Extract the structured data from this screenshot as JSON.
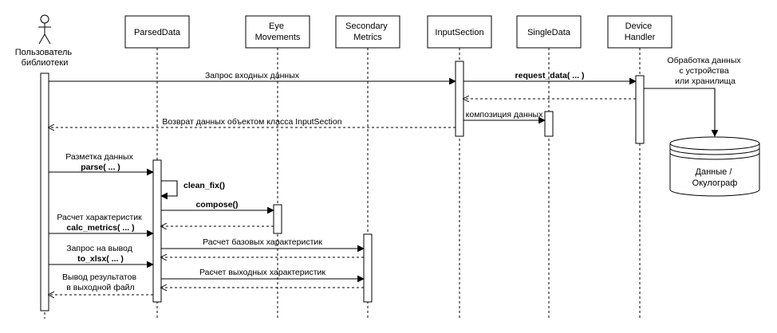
{
  "participants": {
    "user": [
      "Пользователь",
      "библиотеки"
    ],
    "parsed": [
      "ParsedData"
    ],
    "eye": [
      "Eye",
      "Movements"
    ],
    "secondary": [
      "Secondary",
      "Metrics"
    ],
    "input": [
      "InputSection"
    ],
    "single": [
      "SingleData"
    ],
    "device": [
      "Device",
      "Handler"
    ]
  },
  "messages": {
    "m1": [
      "Запрос входных данных"
    ],
    "m2": [
      "request_data( ... )"
    ],
    "m3": [
      "Возврат данных объектом класса InputSection"
    ],
    "m4": [
      "композиция данных"
    ],
    "m5": [
      "Разметка данных",
      "parse( ... )"
    ],
    "m6": [
      "clean_fix()"
    ],
    "m7": [
      "compose()"
    ],
    "m8": [
      "Расчет характеристик",
      "calc_metrics( ... )"
    ],
    "m9": [
      "Расчет базовых характеристик"
    ],
    "m10": [
      "Запрос на вывод",
      "to_xlsx( ... )"
    ],
    "m11": [
      "Расчет выходных характеристик"
    ],
    "m12": [
      "Вывод результатов",
      "в выходной файл"
    ]
  },
  "note": [
    "Обработка данных",
    "с устройства",
    "или хранилища"
  ],
  "datastore": [
    "Данные /",
    "Окулограф"
  ],
  "icons": {
    "actor": "actor-icon",
    "store": "database-icon"
  }
}
